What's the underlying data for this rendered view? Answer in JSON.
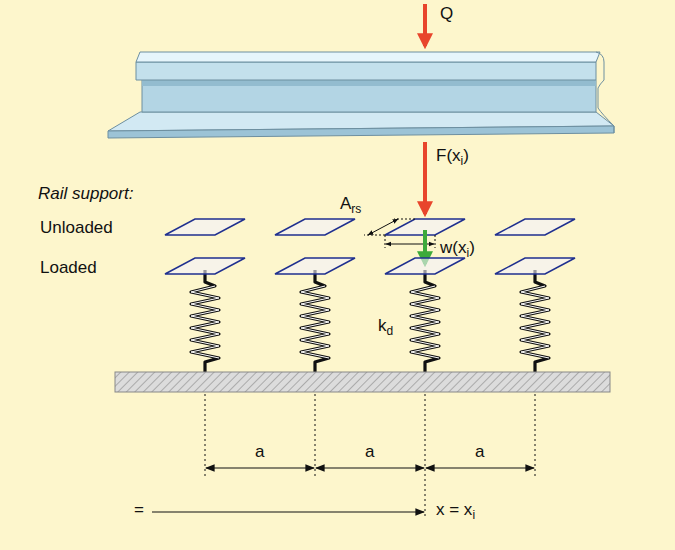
{
  "diagram": {
    "labels": [
      "Q",
      "F(x",
      "i",
      ")",
      "Rail support:",
      "Unloaded",
      "Loaded",
      "A",
      "rs",
      "w(x",
      "i",
      ")",
      "k",
      "d",
      "a",
      "a",
      "a",
      "=",
      "x = x",
      "i"
    ]
  }
}
